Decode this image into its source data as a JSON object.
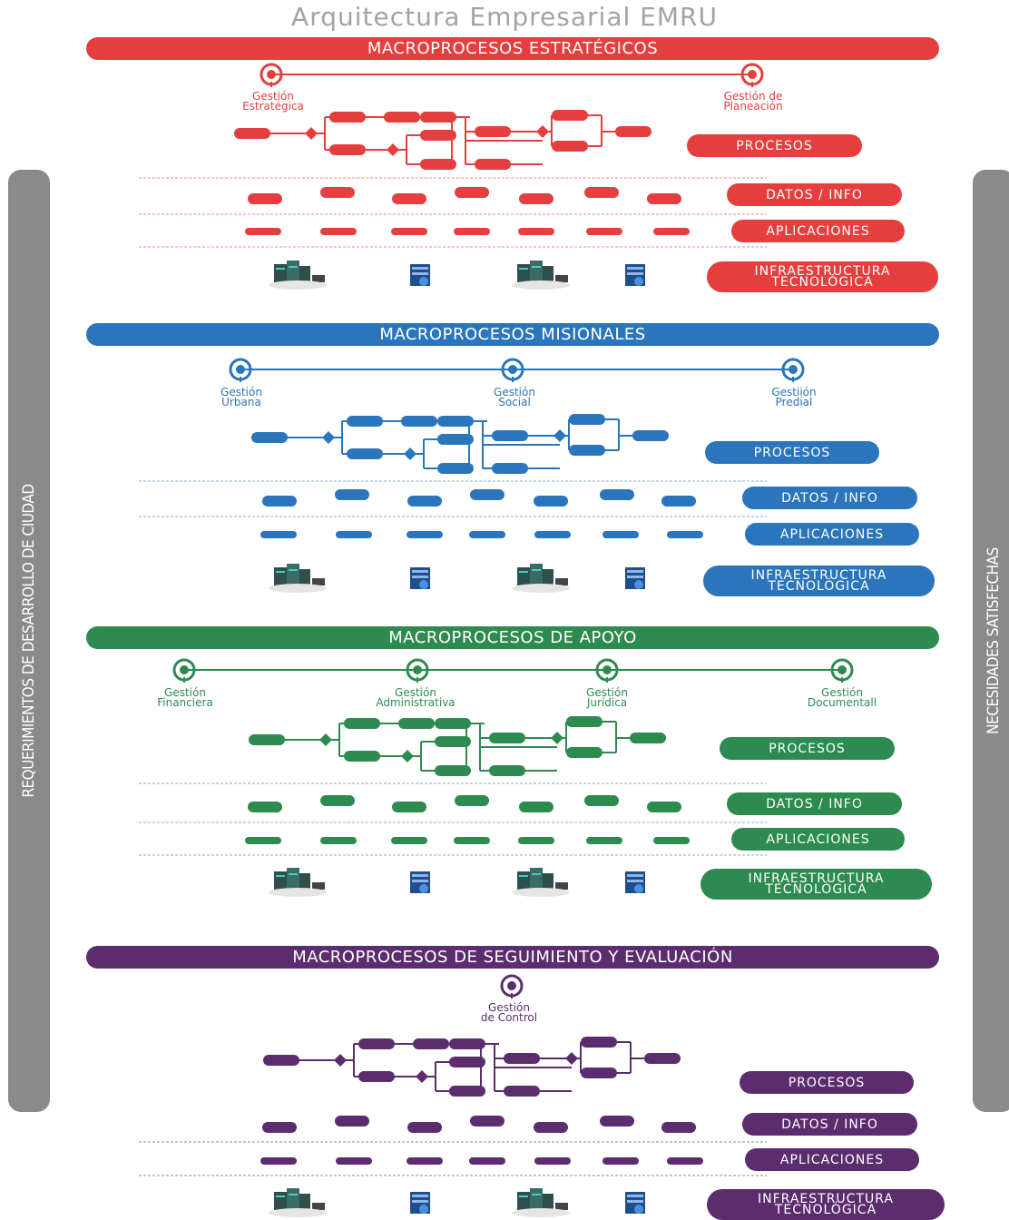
{
  "title": "Arquitectura Empresarial EMRU",
  "left_sidebar": "REQUERIMIENTOS DE DESARROLLO DE CIUDAD",
  "right_sidebar": "NECESIDADES SATISFECHAS",
  "sections": [
    {
      "id": "estrategicos",
      "color": "#e53e3e",
      "title": "MACROPROCESOS ESTRATÉGICOS",
      "nodes": [
        {
          "line1": "Gestión",
          "line2": "Estratégica"
        },
        {
          "line1": "Gestión de",
          "line2": "Planeación"
        }
      ],
      "layers": [
        "PROCESOS",
        "DATOS / INFO",
        "APLICACIONES",
        "INFRAESTRUCTURA",
        "TECNOLÓGICA"
      ]
    },
    {
      "id": "misionales",
      "color": "#2a75bb",
      "title": "MACROPROCESOS MISIONALES",
      "nodes": [
        {
          "line1": "Gestión",
          "line2": "Urbana"
        },
        {
          "line1": "Gestión",
          "line2": "Social"
        },
        {
          "line1": "Gestiión",
          "line2": "Predial"
        }
      ],
      "layers": [
        "PROCESOS",
        "DATOS / INFO",
        "APLICACIONES",
        "INFRAESTRUCTURA",
        "TECNOLÓGICA"
      ]
    },
    {
      "id": "apoyo",
      "color": "#2e8b4f",
      "title": "MACROPROCESOS DE APOYO",
      "nodes": [
        {
          "line1": "Gestión",
          "line2": "Financiera"
        },
        {
          "line1": "Gestión",
          "line2": "Administrativa"
        },
        {
          "line1": "Gestión",
          "line2": "Jurídica"
        },
        {
          "line1": "Gestión",
          "line2": "Documentall"
        }
      ],
      "layers": [
        "PROCESOS",
        "DATOS / INFO",
        "APLICACIONES",
        "INFRAESTRUCTURA",
        "TECNOLÓGICA"
      ]
    },
    {
      "id": "seguimiento",
      "color": "#5c2d6e",
      "title": "MACROPROCESOS DE SEGUIMIENTO Y EVALUACIÓN",
      "nodes": [
        {
          "line1": "Gestión",
          "line2": "de Control"
        }
      ],
      "layers": [
        "PROCESOS",
        "DATOS / INFO",
        "APLICACIONES",
        "INFRAESTRUCTURA",
        "TECNOLÓGICA"
      ]
    }
  ]
}
